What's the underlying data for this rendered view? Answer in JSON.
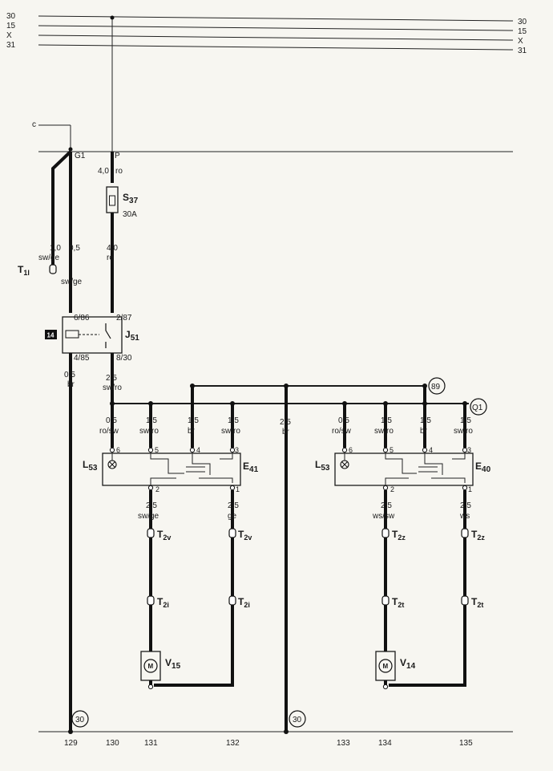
{
  "rails": {
    "r30": "30",
    "r15": "15",
    "rx": "X",
    "r31": "31"
  },
  "terminals": {
    "g1": "G1",
    "p": "P",
    "c": "c"
  },
  "top_wire": {
    "size": "4,0",
    "color": "ro"
  },
  "fuse": {
    "name": "S",
    "sub": "37",
    "rating": "30A"
  },
  "wire_after_fuse": {
    "size": "4,0",
    "color": "ro"
  },
  "left_wires": {
    "size_a": "1,0",
    "color_a": "sw/ge",
    "size_b": "0,5",
    "color_b": "sw/ge"
  },
  "connector_t1": {
    "name": "T",
    "sub": "1l"
  },
  "relay": {
    "name": "J",
    "sub": "51",
    "badge": "14",
    "pin_tl": "6/86",
    "pin_tr": "2/87",
    "pin_bl": "4/85",
    "pin_br": "8/30"
  },
  "relay_out_left": {
    "size": "0,5",
    "color": "br"
  },
  "relay_out_right": {
    "size": "2,5",
    "color": "sw/ro"
  },
  "badge_89": "89",
  "badge_q1": "Q1",
  "center_wire": {
    "size": "2,5",
    "color": "br"
  },
  "left_switch": {
    "lamp": {
      "name": "L",
      "sub": "53"
    },
    "switch": {
      "name": "E",
      "sub": "41"
    },
    "wires": [
      {
        "size": "0,5",
        "color": "ro/sw",
        "pin": "6"
      },
      {
        "size": "1,5",
        "color": "sw/ro",
        "pin": "5"
      },
      {
        "size": "1,5",
        "color": "br",
        "pin": "4"
      },
      {
        "size": "1,5",
        "color": "sw/ro",
        "pin": "3"
      }
    ],
    "pin_2": "2",
    "pin_1": "1",
    "out_a": {
      "size": "2,5",
      "color": "sw/ge"
    },
    "out_b": {
      "size": "2,5",
      "color": "ge"
    },
    "conn_top": {
      "name": "T",
      "sub": "2v"
    },
    "conn_bot": {
      "name": "T",
      "sub": "2i"
    },
    "motor": {
      "name": "V",
      "sub": "15",
      "symbol": "M"
    }
  },
  "right_switch": {
    "lamp": {
      "name": "L",
      "sub": "53"
    },
    "switch": {
      "name": "E",
      "sub": "40"
    },
    "wires": [
      {
        "size": "0,5",
        "color": "ro/sw",
        "pin": "6"
      },
      {
        "size": "1,5",
        "color": "sw/ro",
        "pin": "5"
      },
      {
        "size": "1,5",
        "color": "br",
        "pin": "4"
      },
      {
        "size": "1,5",
        "color": "sw/ro",
        "pin": "3"
      }
    ],
    "pin_2": "2",
    "pin_1": "1",
    "out_a": {
      "size": "2,5",
      "color": "ws/sw"
    },
    "out_b": {
      "size": "2,5",
      "color": "ws"
    },
    "conn_top": {
      "name": "T",
      "sub": "2z"
    },
    "conn_bot": {
      "name": "T",
      "sub": "2t"
    },
    "motor": {
      "name": "V",
      "sub": "14",
      "symbol": "M"
    }
  },
  "ground_badges": {
    "left": "30",
    "center": "30"
  },
  "track_numbers": [
    "129",
    "130",
    "131",
    "132",
    "133",
    "134",
    "135"
  ]
}
